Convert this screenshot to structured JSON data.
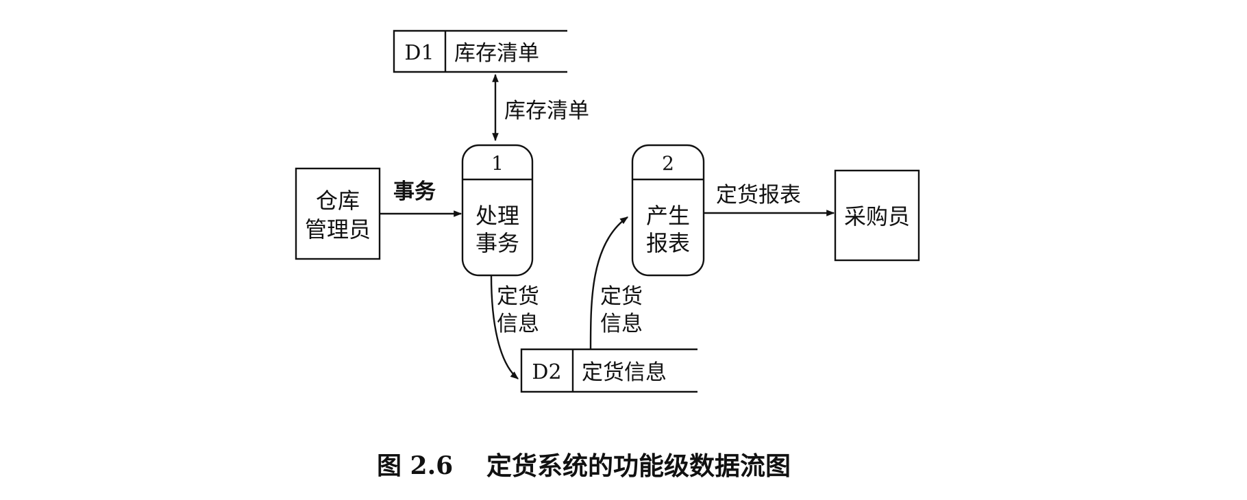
{
  "data_stores": {
    "d1": {
      "id": "D1",
      "name": "库存清单"
    },
    "d2": {
      "id": "D2",
      "name": "定货信息"
    }
  },
  "processes": {
    "p1": {
      "number": "1",
      "line1": "处理",
      "line2": "事务"
    },
    "p2": {
      "number": "2",
      "line1": "产生",
      "line2": "报表"
    }
  },
  "entities": {
    "warehouse_manager": {
      "line1": "仓库",
      "line2": "管理员"
    },
    "purchaser": {
      "label": "采购员"
    }
  },
  "flows": {
    "inventory": "库存清单",
    "transaction": "事务",
    "order_info_out": {
      "line1": "定货",
      "line2": "信息"
    },
    "order_info_in": {
      "line1": "定货",
      "line2": "信息"
    },
    "order_report": "定货报表"
  },
  "caption": {
    "number": "图 2.6",
    "title": "定货系统的功能级数据流图"
  }
}
